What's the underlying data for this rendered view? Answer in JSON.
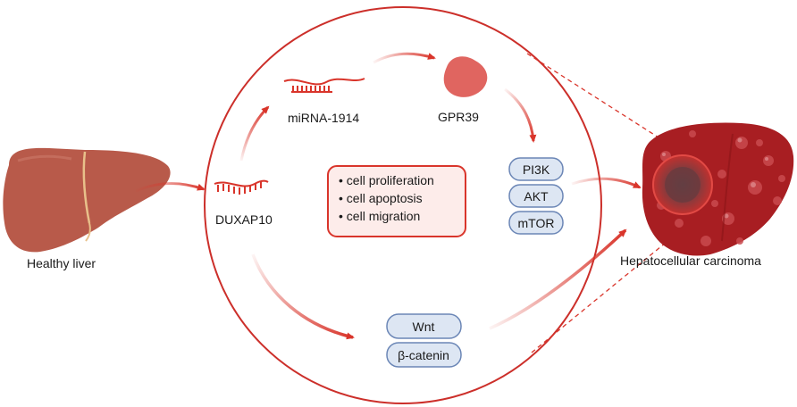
{
  "labels": {
    "healthy_liver": "Healthy liver",
    "duxap10": "DUXAP10",
    "mirna": "miRNA-1914",
    "gpr39": "GPR39",
    "hcc": "Hepatocellular carcinoma"
  },
  "pathway_pills": [
    "PI3K",
    "AKT",
    "mTOR"
  ],
  "wnt_pills": [
    "Wnt",
    "β-catenin"
  ],
  "effects": [
    "• cell proliferation",
    "• cell apoptosis",
    "• cell migration"
  ],
  "colors": {
    "accent_red": "#d9352b",
    "circle": "#cc2f2a",
    "pill_fill": "#dde6f3",
    "pill_stroke": "#6b86b6",
    "effect_fill": "#fdecea",
    "healthy_liver": "#b85a4a",
    "tumor_liver": "#a81e22",
    "gpr39": "#e06560"
  }
}
